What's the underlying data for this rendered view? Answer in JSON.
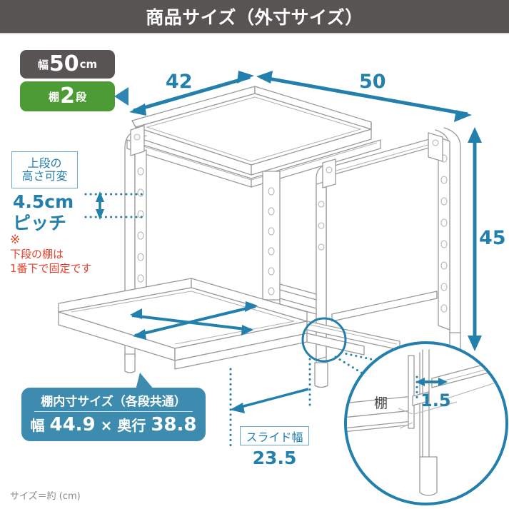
{
  "header": {
    "title": "商品サイズ（外寸サイズ）"
  },
  "badges": {
    "width": {
      "prefix": "幅",
      "value": "50",
      "unit": "cm"
    },
    "shelf": {
      "prefix": "棚",
      "value": "2",
      "suffix": "段"
    },
    "arrow_icon": "left-arrow-icon"
  },
  "annotations": {
    "variable_height": {
      "line1": "上段の",
      "line2": "高さ可変"
    },
    "pitch": {
      "line1": "4.5cm",
      "line2": "ピッチ"
    },
    "note": {
      "mark": "※",
      "line1": "下段の棚は",
      "line2": "1番下で固定です"
    }
  },
  "callout": {
    "title": "棚内寸サイズ（各段共通）",
    "width_label": "幅",
    "width_value": "44.9",
    "times": "×",
    "depth_label": "奥行",
    "depth_value": "38.8"
  },
  "slide": {
    "label": "スライド幅",
    "value": "23.5"
  },
  "detail": {
    "shelf_label": "棚",
    "thickness": "1.5"
  },
  "dimensions": {
    "depth": "42",
    "width": "50",
    "height": "45"
  },
  "footnote": "サイズ＝約 (cm)",
  "colors": {
    "header_bg": "#585454",
    "badge_gray": "#585454",
    "badge_green": "#4d9b35",
    "accent_blue": "#2380ad",
    "callout_teal": "#3d8cb0",
    "note_red": "#e8402a",
    "line_gray": "#9a9a9a"
  }
}
